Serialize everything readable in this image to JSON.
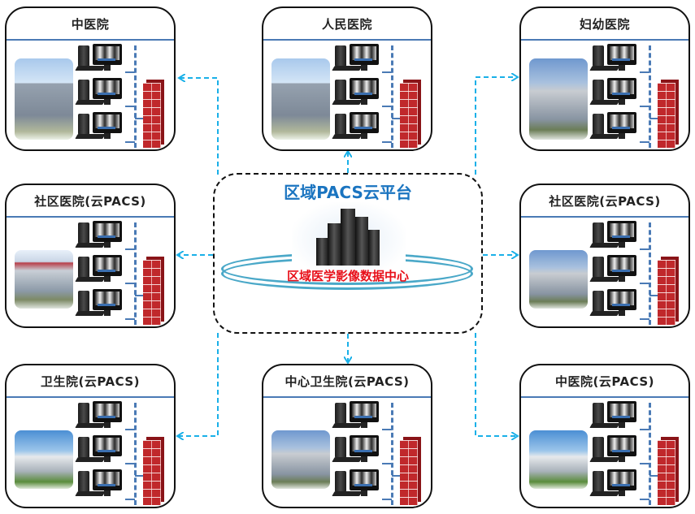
{
  "center": {
    "title": "区域PACS云平台",
    "subtitle": "区域医学影像数据中心",
    "icon": "server-cluster-icon"
  },
  "colors": {
    "link": "#1ab0e8",
    "title_blue": "#1a74c0",
    "subtitle_red": "#e8101a",
    "divider": "#4a7ab5",
    "ring": "#4aa8c8",
    "firewall": "#c0282b"
  },
  "nodes": [
    {
      "id": "top-left",
      "title": "中医院",
      "workstations": 3,
      "firewall": true
    },
    {
      "id": "top-center",
      "title": "人民医院",
      "workstations": 3,
      "firewall": true
    },
    {
      "id": "top-right",
      "title": "妇幼医院",
      "workstations": 3,
      "firewall": true
    },
    {
      "id": "mid-left",
      "title": "社区医院(云PACS)",
      "workstations": 3,
      "firewall": true
    },
    {
      "id": "mid-right",
      "title": "社区医院(云PACS)",
      "workstations": 3,
      "firewall": true
    },
    {
      "id": "bottom-left",
      "title": "卫生院(云PACS)",
      "workstations": 3,
      "firewall": true
    },
    {
      "id": "bottom-center",
      "title": "中心卫生院(云PACS)",
      "workstations": 3,
      "firewall": true
    },
    {
      "id": "bottom-right",
      "title": "中医院(云PACS)",
      "workstations": 3,
      "firewall": true
    }
  ],
  "links": [
    {
      "from": "center",
      "to": "top-left",
      "style": "dashed-arrow"
    },
    {
      "from": "center",
      "to": "top-center",
      "style": "dashed-arrow"
    },
    {
      "from": "center",
      "to": "top-right",
      "style": "dashed-arrow"
    },
    {
      "from": "center",
      "to": "mid-left",
      "style": "dashed-arrow"
    },
    {
      "from": "center",
      "to": "mid-right",
      "style": "dashed-arrow"
    },
    {
      "from": "center",
      "to": "bottom-left",
      "style": "dashed-arrow"
    },
    {
      "from": "center",
      "to": "bottom-center",
      "style": "dashed-arrow"
    },
    {
      "from": "center",
      "to": "bottom-right",
      "style": "dashed-arrow"
    }
  ]
}
